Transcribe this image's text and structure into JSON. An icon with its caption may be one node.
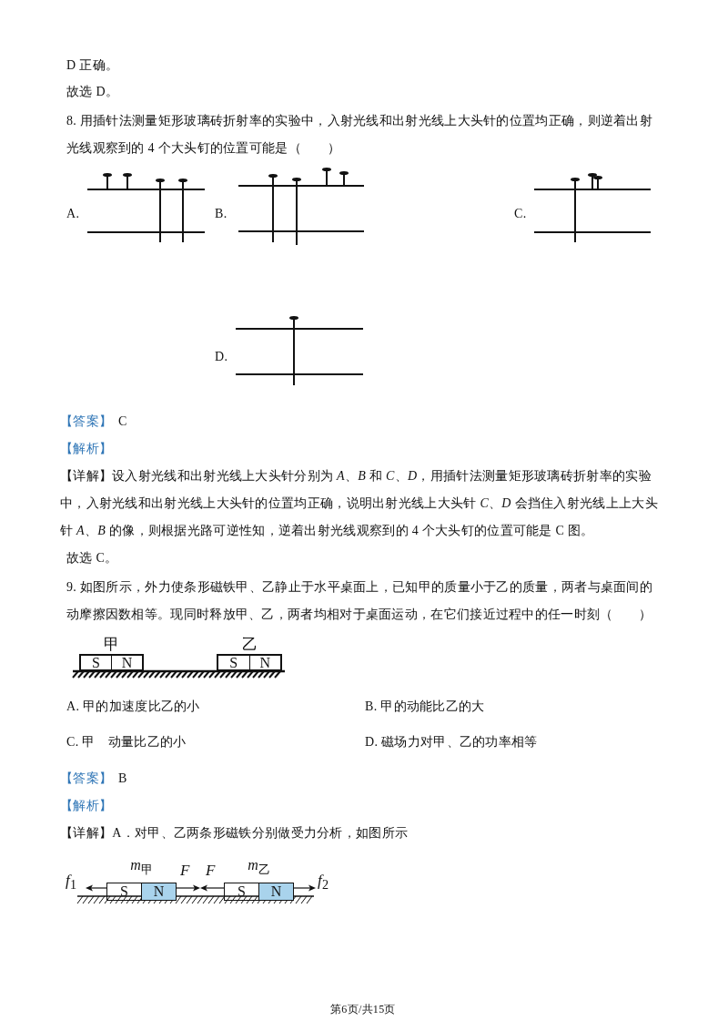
{
  "diagram": {
    "nodes": [
      {
        "text": [
          "甲"
        ]
      },
      {
        "text": [
          "S"
        ],
        "in": 0
      },
      {
        "text": [
          "N"
        ],
        "in": 0
      },
      {
        "text": [
          "乙"
        ]
      },
      {
        "text": [
          "S"
        ],
        "in": 3
      },
      {
        "text": [
          "N"
        ],
        "in": 3
      },
      {
        "text": [
          "*m*$_{甲}$"
        ]
      },
      {
        "text": [
          "S"
        ],
        "in": 6
      },
      {
        "text": [
          "N"
        ],
        "in": 6
      },
      {
        "text": [
          "*m*$_{乙}$"
        ]
      },
      {
        "text": [
          "S"
        ],
        "in": 9
      },
      {
        "text": [
          "N"
        ],
        "in": 9
      }
    ],
    "edges": [],
    "labels": [
      "D 正确。",
      "故选 D。",
      "8. 用插针法测量矩形玻璃砖折射率的实验中，入射光线和出射光线上大头针的位置均正确，则逆着出射光线观察到的 4 个大头钉的位置可能是（　　）",
      "A.",
      "B.",
      "C.",
      "D.",
      "【答案】",
      "C",
      "【解析】",
      "【详解】设入射光线和出射光线上大头针分别为 *A*、*B* 和 *C*、*D*，用插针法测量矩形玻璃砖折射率的实验中，入射光线和出射光线上大头针的位置均正确，说明出射光线上大头针 *C*、*D* 会挡住入射光线上上大头针 *A*、*B* 的像，则根据光路可逆性知，逆着出射光线观察到的 4 个大头钉的位置可能是 C 图。",
      "故选 C。",
      "9. 如图所示，外力使条形磁铁甲、乙静止于水平桌面上，已知甲的质量小于乙的质量，两者与桌面间的动摩擦因数相等。现同时释放甲、乙，两者均相对于桌面运动，在它们接近过程中的任一时刻（　　）",
      "A. 甲的加速度比乙的小",
      "B. 甲的动能比乙的大",
      "C. 甲　动量比乙的小",
      "D. 磁场力对甲、乙的功率相等",
      "【答案】",
      "B",
      "【解析】",
      "【详解】A．对甲、乙两条形磁铁分别做受力分析，如图所示",
      "*f*$_{1}$",
      "F",
      "F",
      "*f*$_{2}$",
      "第6页/共15页"
    ]
  }
}
